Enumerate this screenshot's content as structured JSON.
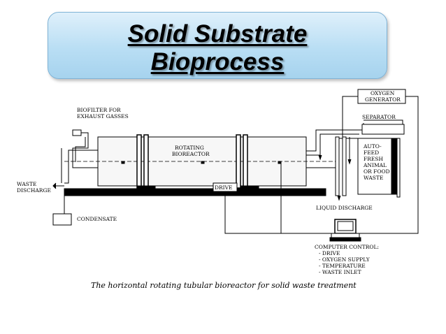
{
  "title": {
    "line1": "Solid Substrate",
    "line2": "Bioprocess"
  },
  "diagram": {
    "biofilter": [
      "BIOFILTER FOR",
      "EXHAUST GASSES"
    ],
    "bioreactor": [
      "ROTATING",
      "BIOREACTOR"
    ],
    "oxygen_generator": [
      "OXYGEN",
      "GENERATOR"
    ],
    "separator": "SEPARATOR",
    "feed": [
      "AUTO-",
      "FEED",
      "FRESH",
      "ANIMAL",
      "OR FOOD",
      "WASTE"
    ],
    "waste_discharge": [
      "WASTE",
      "DISCHARGE"
    ],
    "drive": "DRIVE",
    "liquid_discharge": "LIQUID DISCHARGE",
    "condensate": "CONDENSATE",
    "computer_control": [
      "COMPUTER CONTROL:",
      "- DRIVE",
      "- OXYGEN SUPPLY",
      "- TEMPERATURE",
      "- WASTE INLET"
    ],
    "caption": "The horizontal rotating tubular bioreactor for solid waste treatment"
  }
}
